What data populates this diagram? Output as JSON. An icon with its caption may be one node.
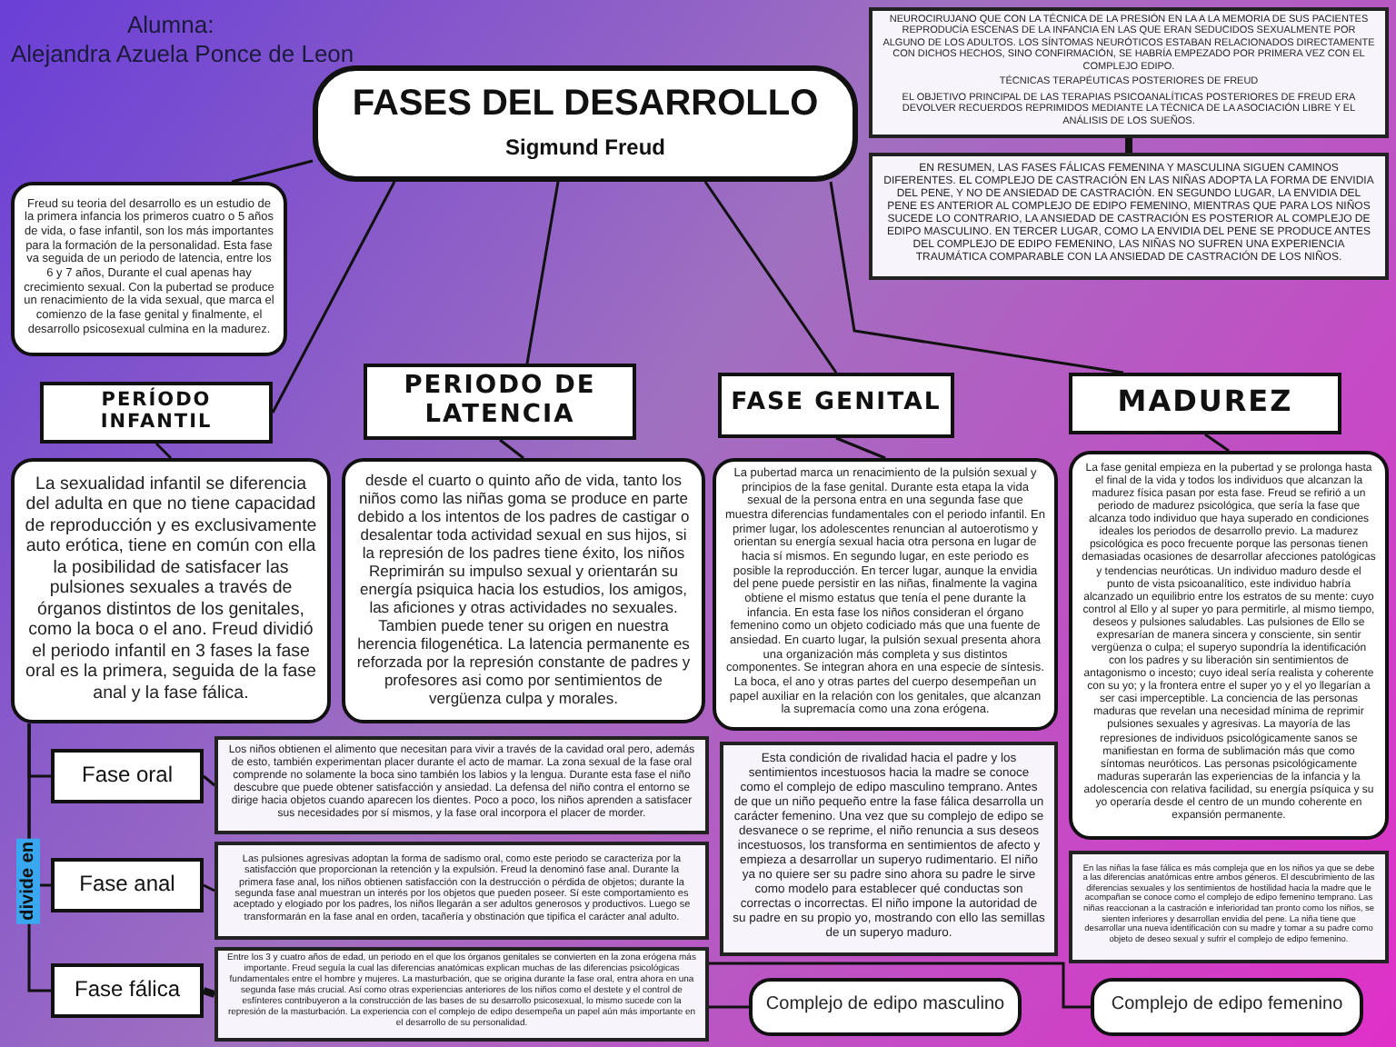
{
  "diagram": {
    "nodes": [
      {
        "text": [
          "FASES DEL DESARROLLO",
          "Sigmund Freud"
        ]
      },
      {
        "text": [
          "Freud su teoria del desarrollo es un estudio de la primera infancia los primeros cuatro o 5 años de vida, o fase infantil, son los más importantes para la formación de la personalidad. Esta fase va seguida de un periodo de latencia, entre los 6 y 7 años, Durante el cual apenas hay crecimiento sexual. Con la pubertad se produce un renacimiento de la vida sexual, que marca el comienzo de la fase genital y finalmente, el desarrollo psicosexual culmina en la madurez."
        ]
      },
      {
        "text": [
          "PERÍODO INFANTIL"
        ]
      },
      {
        "text": [
          "La sexualidad infantil se diferencia del adulta en que no tiene capacidad de reproducción y es exclusivamente auto erótica, tiene en común con ella la posibilidad de satisfacer las pulsiones sexuales a través de órganos distintos de los genitales, como la boca o el ano. Freud dividió el periodo infantil en 3 fases la fase oral es la primera, seguida de la fase anal y la fase fálica."
        ]
      },
      {
        "text": [
          "PERIODO DE LATENCIA"
        ]
      },
      {
        "text": [
          "desde el cuarto o quinto año de vida, tanto los niños como las niñas goma se produce en parte debido a los intentos de los padres de castigar o desalentar toda actividad sexual en sus hijos, si la represión de los padres tiene éxito, los niños Reprimirán su impulso sexual y orientarán su energía psiquica hacia los estudios, los amigos, las aficiones y otras actividades no sexuales. Tambien puede tener su origen en nuestra herencia filogenética. La latencia permanente es reforzada por la represión constante de padres y profesores asi como por sentimientos de vergüenza culpa y morales."
        ]
      },
      {
        "text": [
          "FASE GENITAL"
        ]
      },
      {
        "text": [
          "La pubertad marca un renacimiento de la pulsión sexual y principios de la fase genital. Durante esta etapa la vida sexual de la persona entra en una segunda fase que muestra diferencias fundamentales con el periodo infantil. En primer lugar, los adolescentes renuncian al autoerotismo y orientan su energía sexual hacia otra persona en lugar de hacia sí mismos. En segundo lugar, en este periodo es posible la reproducción. En tercer lugar, aunque la envidia del pene puede persistir en las niñas, finalmente la vagina obtiene el mismo estatus que tenía el pene durante la infancia. En esta fase los niños consideran el órgano femenino como un objeto codiciado más que una fuente de ansiedad. En cuarto lugar, la pulsión sexual presenta ahora una organización más completa y sus distintos componentes. Se integran ahora en una especie de síntesis. La boca, el ano y otras partes del cuerpo desempeñan un papel auxiliar en la relación con los genitales, que alcanzan la supremacía como una zona erógena."
        ]
      },
      {
        "text": [
          "MADUREZ"
        ]
      },
      {
        "text": [
          "La fase genital empieza en la pubertad y se prolonga hasta el final de la vida y todos los individuos que alcanzan la madurez física pasan por esta fase. Freud se refirió a un periodo de madurez psicológica, que sería la fase que alcanza todo individuo que haya superado en condiciones ideales los periodos de desarrollo previo. La madurez psicológica es poco frecuente porque las personas tienen demasiadas ocasiones de desarrollar afecciones patológicas y tendencias neuróticas. Un individuo maduro desde el punto de vista psicoanalítico, este individuo habría alcanzado un equilibrio entre los estratos de su mente: cuyo control al Ello y al super yo para permitirle, al mismo tiempo, deseos y pulsiones saludables. Las pulsiones de Ello se expresarían de manera sincera y consciente, sin sentir vergüenza o culpa; el superyo supondría la identificación con los padres y su liberación sin sentimientos de antagonismo o incesto; cuyo ideal sería realista y coherente con su yo; y la frontera entre el super yo y el yo llegarían a ser casi imperceptible. La conciencia de las personas maduras que revelan una necesidad mínima de reprimir pulsiones sexuales y agresivas. La mayoría de las represiones de individuos psicológicamente sanos se manifiestan en forma de sublimación más que como síntomas neuróticos. Las personas psicológicamente maduras superarán las experiencias de la infancia y la adolescencia con relativa facilidad, su energía psíquica y su yo operaría desde el centro de un mundo coherente en expansión permanente."
        ]
      },
      {
        "text": [
          "NEUROCIRUJANO QUE CON LA TÉCNICA DE LA PRESIÓN EN LA A LA MEMORIA DE SUS PACIENTES REPRODUCÍA ESCENAS DE LA INFANCIA EN LAS QUE ERAN SEDUCIDOS SEXUALMENTE POR ALGUNO DE LOS ADULTOS. LOS SÍNTOMAS NEURÓTICOS ESTABAN RELACIONADOS DIRECTAMENTE CON DICHOS HECHOS, SINO CONFIRMACIÓN, SE HABRÍA EMPEZADO POR PRIMERA VEZ CON EL COMPLEJO EDIPO.",
          "TÉCNICAS TERAPÉUTICAS POSTERIORES DE FREUD",
          "EL OBJETIVO PRINCIPAL DE LAS TERAPIAS PSICOANALÍTICAS POSTERIORES DE FREUD ERA DEVOLVER RECUERDOS REPRIMIDOS MEDIANTE LA TÉCNICA DE LA ASOCIACIÓN LIBRE Y EL ANÁLISIS DE LOS SUEÑOS."
        ]
      },
      {
        "text": [
          "EN RESUMEN, LAS FASES FÁLICAS FEMENINA Y MASCULINA SIGUEN CAMINOS DIFERENTES. EL COMPLEJO DE CASTRACIÓN EN LAS NIÑAS ADOPTA LA FORMA DE ENVIDIA DEL PENE, Y NO DE ANSIEDAD DE CASTRACIÓN. EN SEGUNDO LUGAR, LA ENVIDIA DEL PENE ES ANTERIOR AL COMPLEJO DE EDIPO FEMENINO, MIENTRAS QUE PARA LOS NIÑOS SUCEDE LO CONTRARIO, LA ANSIEDAD DE CASTRACIÓN ES POSTERIOR AL COMPLEJO DE EDIPO MASCULINO. EN TERCER LUGAR, COMO LA ENVIDIA DEL PENE SE PRODUCE ANTES DEL COMPLEJO DE EDIPO FEMENINO, LAS NIÑAS NO SUFREN UNA EXPERIENCIA TRAUMÁTICA COMPARABLE CON LA ANSIEDAD DE CASTRACIÓN DE LOS NIÑOS."
        ]
      },
      {
        "text": [
          "Fase oral"
        ]
      },
      {
        "text": [
          "Los niños obtienen el alimento que necesitan para vivir a través de la cavidad oral pero, además de esto, también experimentan placer durante el acto de mamar. La zona sexual de la fase oral comprende no solamente la boca sino también los labios y la lengua. Durante esta fase el niño descubre que puede obtener satisfacción y ansiedad. La defensa del niño contra el entorno se dirige hacia objetos cuando aparecen los dientes. Poco a poco, los niños aprenden a satisfacer sus necesidades por sí mismos, y la fase oral incorpora el placer de morder."
        ]
      },
      {
        "text": [
          "Fase anal"
        ]
      },
      {
        "text": [
          "Las pulsiones agresivas adoptan la forma de sadismo oral, como este periodo se caracteriza por la satisfacción que proporcionan la retención y la expulsión. Freud la denominó fase anal. Durante la primera fase anal, los niños obtienen satisfacción con la destrucción o pérdida de objetos; durante la segunda fase anal muestran un interés por los objetos que pueden poseer. Sí este comportamiento es aceptado y elogiado por los padres, los niños llegarán a ser adultos generosos y productivos. Luego se transformarán en la fase anal en orden, tacañería y obstinación que tipifica el carácter anal adulto."
        ]
      },
      {
        "text": [
          "Fase fálica"
        ]
      },
      {
        "text": [
          "Entre los 3 y cuatro años de edad, un periodo en el que los órganos genitales se convierten en la zona erógena más importante. Freud seguía la cual las diferencias anatómicas explican muchas de las diferencias psicológicas fundamentales entre el hombre y mujeres. La masturbación, que se origina durante la fase oral, entra ahora en una segunda fase más crucial. Así como otras experiencias anteriores de los niños como el destete y el control de esfínteres contribuyeron a la construcción de las bases de su desarrollo psicosexual, lo mismo sucede con la represión de la masturbación. La experiencia con el complejo de edipo desempeña un papel aún más importante en el desarrollo de su personalidad."
        ]
      },
      {
        "text": [
          "Esta condición de rivalidad hacia el padre y los sentimientos incestuosos hacia la madre se conoce como el complejo de edipo masculino temprano. Antes de que un niño pequeño entre la fase fálica desarrolla un carácter femenino. Una vez que su complejo de edipo se desvanece o se reprime, el niño renuncia a sus deseos incestuosos, los transforma en sentimientos de afecto y empieza a desarrollar un superyo rudimentario. El niño ya no quiere ser su padre sino ahora su padre le sirve como modelo para establecer qué conductas son correctas o incorrectas. El niño impone la autoridad de su padre en su propio yo, mostrando con ello las semillas de un superyo maduro."
        ]
      },
      {
        "text": [
          "En las niñas la fase fálica es más compleja que en los niños ya que se debe a las diferencias anatómicas entre ambos géneros. El descubrimiento de las diferencias sexuales y los sentimientos de hostilidad hacia la madre que le acompañan se conoce como el complejo de edipo femenino temprano. Las niñas reaccionan a la castración e inferioridad tan pronto como los niños, se sienten inferiores y desarrollan envidia del pene. La niña tiene que desarrollar una nueva identificación con su madre y tomar a su padre como objeto de deseo sexual y sufrir el complejo de edipo femenino."
        ]
      },
      {
        "text": [
          "Complejo de edipo masculino"
        ]
      },
      {
        "text": [
          "Complejo de edipo femenino"
        ]
      }
    ],
    "edges": [
      {
        "from": 0,
        "to": 1,
        "arrow": "none"
      },
      {
        "from": 0,
        "to": 2,
        "arrow": "none"
      },
      {
        "from": 0,
        "to": 4,
        "arrow": "none"
      },
      {
        "from": 0,
        "to": 6,
        "arrow": "none"
      },
      {
        "from": 0,
        "to": 8,
        "arrow": "none"
      },
      {
        "from": 2,
        "to": 3,
        "arrow": "none"
      },
      {
        "from": 4,
        "to": 5,
        "arrow": "none"
      },
      {
        "from": 6,
        "to": 7,
        "arrow": "none"
      },
      {
        "from": 8,
        "to": 9,
        "arrow": "none"
      },
      {
        "from": 10,
        "to": 11,
        "arrow": "none",
        "style": "thick"
      },
      {
        "from": 3,
        "to": 12,
        "arrow": "none"
      },
      {
        "from": 3,
        "to": 14,
        "arrow": "none",
        "label": "divide en"
      },
      {
        "from": 3,
        "to": 16,
        "arrow": "none"
      },
      {
        "from": 12,
        "to": 13,
        "arrow": "none"
      },
      {
        "from": 14,
        "to": 15,
        "arrow": "none"
      },
      {
        "from": 16,
        "to": 17,
        "arrow": "none",
        "style": "thick"
      },
      {
        "from": 17,
        "to": 20,
        "arrow": "none"
      },
      {
        "from": 17,
        "to": 21,
        "arrow": "none"
      }
    ],
    "labels": [
      "Alumna:",
      "Alejandra Azuela Ponce de Leon"
    ]
  }
}
